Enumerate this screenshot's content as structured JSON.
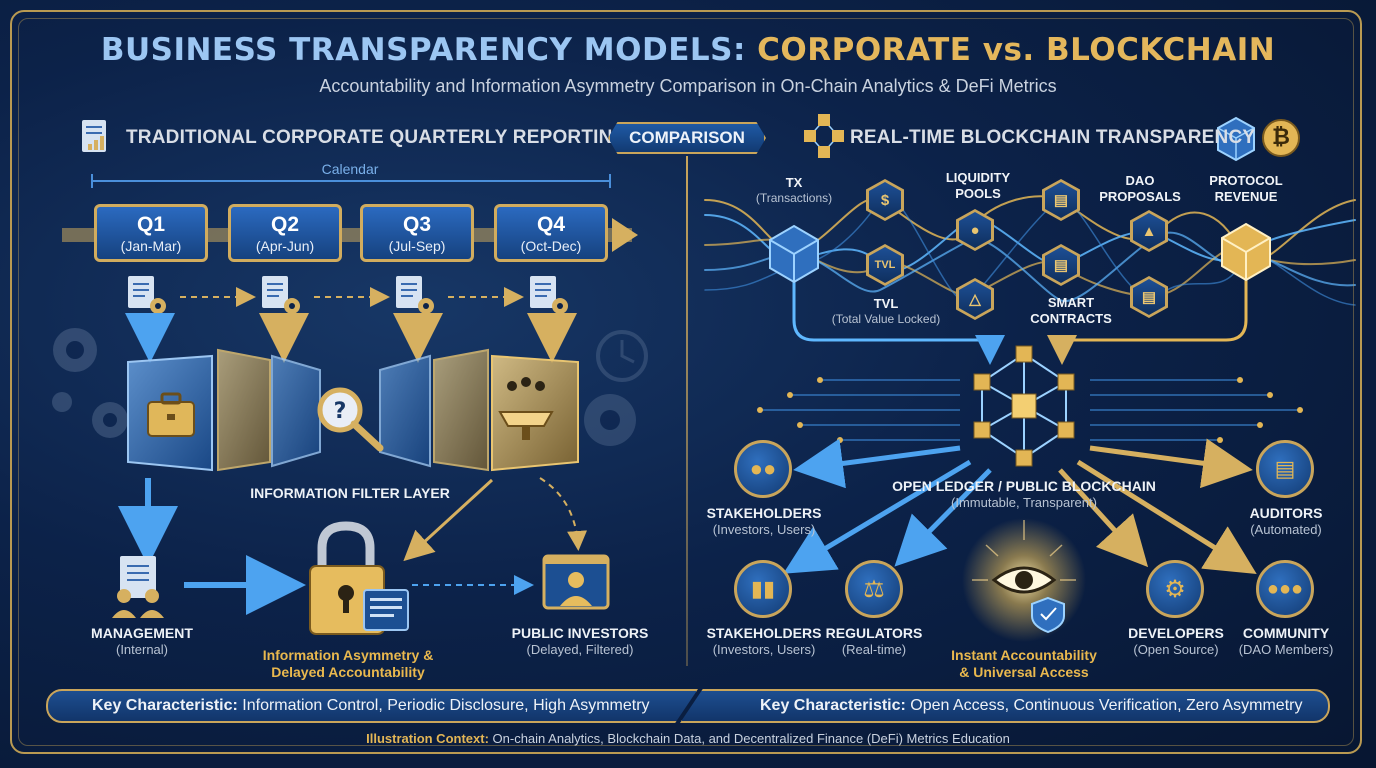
{
  "title": {
    "part1": "BUSINESS TRANSPARENCY MODELS: ",
    "part2": "CORPORATE vs. BLOCKCHAIN"
  },
  "subtitle": "Accountability and Information Asymmetry Comparison in On-Chain Analytics & DeFi Metrics",
  "left": {
    "heading": "TRADITIONAL CORPORATE QUARTERLY REPORTING",
    "calendar_label": "Calendar",
    "quarters": [
      {
        "name": "Q1",
        "range": "(Jan-Mar)"
      },
      {
        "name": "Q2",
        "range": "(Apr-Jun)"
      },
      {
        "name": "Q3",
        "range": "(Jul-Sep)"
      },
      {
        "name": "Q4",
        "range": "(Oct-Dec)"
      }
    ],
    "filter_label": "INFORMATION FILTER LAYER",
    "management": {
      "label": "MANAGEMENT",
      "sub": "(Internal)"
    },
    "asymmetry": {
      "line1": "Information Asymmetry &",
      "line2": "Delayed Accountability"
    },
    "investors": {
      "label": "PUBLIC INVESTORS",
      "sub": "(Delayed, Filtered)"
    }
  },
  "comparison_label": "COMPARISON",
  "right": {
    "heading": "REAL-TIME BLOCKCHAIN TRANSPARENCY",
    "coin_symbol": "₿",
    "tx": {
      "label": "TX",
      "sub": "(Transactions)"
    },
    "liquidity": {
      "line1": "LIQUIDITY",
      "line2": "POOLS"
    },
    "dao": {
      "line1": "DAO",
      "line2": "PROPOSALS"
    },
    "protocol": {
      "line1": "PROTOCOL",
      "line2": "REVENUE"
    },
    "tvl": {
      "badge": "TVL",
      "label": "TVL",
      "sub": "(Total Value Locked)"
    },
    "contracts": {
      "line1": "SMART",
      "line2": "CONTRACTS"
    },
    "dollar_symbol": "$",
    "ledger": {
      "label": "OPEN LEDGER / PUBLIC BLOCKCHAIN",
      "sub": "(Immutable, Transparent)"
    },
    "stakeholders_top": {
      "label": "STAKEHOLDERS",
      "sub": "(Investors, Users)"
    },
    "auditors": {
      "label": "AUDITORS",
      "sub": "(Automated)"
    },
    "stakeholders_bottom": {
      "label": "STAKEHOLDERS",
      "sub": "(Investors, Users)"
    },
    "regulators": {
      "label": "REGULATORS",
      "sub": "(Real-time)"
    },
    "accountability": {
      "line1": "Instant Accountability",
      "line2": "& Universal Access"
    },
    "developers": {
      "label": "DEVELOPERS",
      "sub": "(Open Source)"
    },
    "community": {
      "label": "COMMUNITY",
      "sub": "(DAO Members)"
    }
  },
  "key_left": {
    "key": "Key Characteristic:",
    "value": " Information Control, Periodic Disclosure, High Asymmetry"
  },
  "key_right": {
    "key": "Key Characteristic:",
    "value": " Open Access, Continuous Verification, Zero Asymmetry"
  },
  "context": {
    "key": "Illustration Context:",
    "value": " On-chain Analytics, Blockchain Data, and Decentralized Finance (DeFi) Metrics Education"
  },
  "colors": {
    "gold": "#c9a55b",
    "accent_blue": "#2b6ac0",
    "glow_blue": "#5fb8ff",
    "navy": "#0c2249"
  }
}
